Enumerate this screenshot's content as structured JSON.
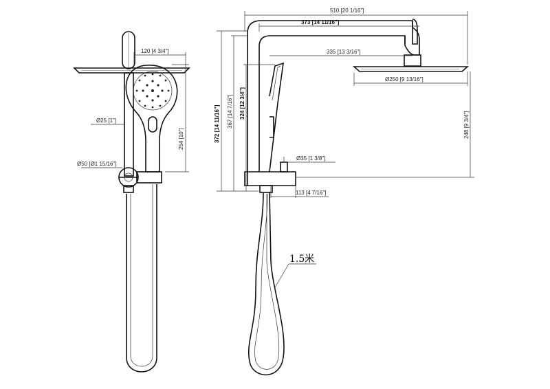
{
  "dimensions": {
    "front": {
      "head_width": "120 [4 3/4\"]",
      "rail_diameter": "Ø25 [1\"]",
      "handset_length": "254 [10\"]",
      "bracket_diameter": "Ø50 [Ø1 15/16\"]"
    },
    "side": {
      "total_width": "510 [20 1/16\"]",
      "arm_width": "373 [14 11/16\"]",
      "arm_reach": "335 [13 3/16\"]",
      "head_diameter": "Ø250 [9 13/16\"]",
      "total_height": "372 [14 11/16\"]",
      "riser_height": "367 [14 7/16\"]",
      "holder_height": "324 [12 3/4\"]",
      "head_drop": "248 [9 3/4\"]",
      "inlet_diameter": "Ø35 [1 3/8\"]",
      "base_depth": "113 [4 7/16\"]"
    }
  },
  "hose_length": "1.5米"
}
